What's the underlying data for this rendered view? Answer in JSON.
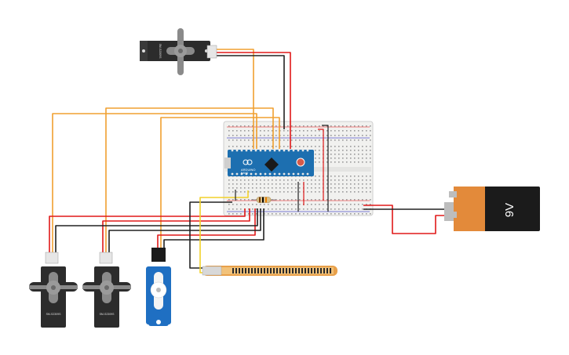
{
  "battery": {
    "label": "9V"
  },
  "servos": {
    "top": {
      "model": "SM-S2309S"
    },
    "left": {
      "model": "SM-S2309S"
    },
    "middle": {
      "model": "SM-S2309S"
    }
  },
  "arduino": {
    "brand": "ARDUINO",
    "model": "NANO"
  },
  "colors": {
    "wire_orange": "#f0a030",
    "wire_red": "#e01818",
    "wire_black": "#222222",
    "wire_yellow": "#f2d12a",
    "breadboard": "#f1f1ef",
    "arduino_pcb": "#1d6fb0",
    "battery_orange": "#e38a3a",
    "battery_black": "#1b1b1b",
    "servo_black": "#2c2c2c",
    "servo_blue": "#1f6fc2",
    "flex_sensor": "#e8a04a"
  }
}
